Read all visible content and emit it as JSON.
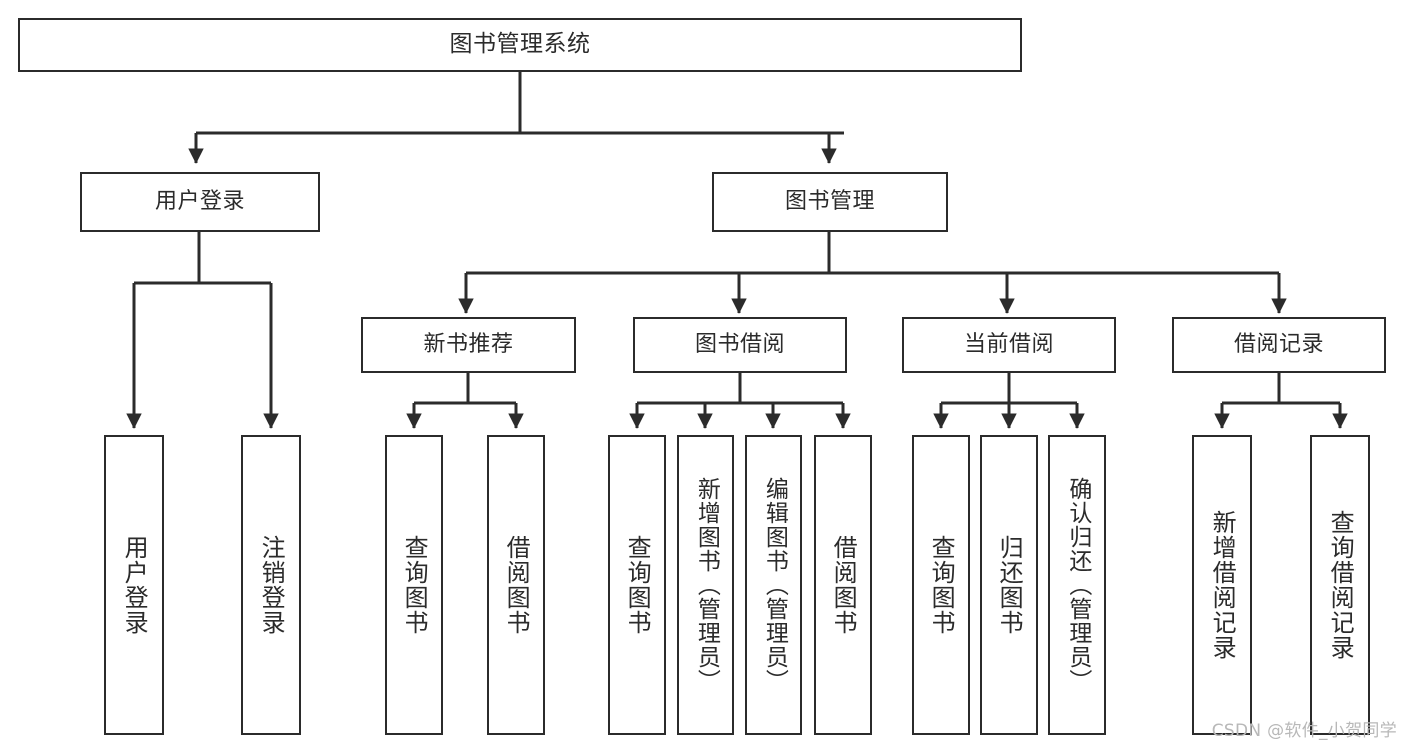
{
  "diagram": {
    "type": "tree-hierarchy-flowchart",
    "title": "图书管理系统",
    "watermark": "CSDN @软件_小贺同学",
    "colors": {
      "line": "#2b2b2b",
      "box_border": "#2b2b2b",
      "box_fill": "#ffffff",
      "text": "#2b2b2b",
      "background": "#ffffff",
      "watermark": "#b8b8b8"
    },
    "root": {
      "label": "图书管理系统"
    },
    "level2": [
      {
        "id": "user-login",
        "label": "用户登录"
      },
      {
        "id": "book-management",
        "label": "图书管理"
      }
    ],
    "level3": [
      {
        "id": "new-book-recommend",
        "label": "新书推荐",
        "parent": "book-management"
      },
      {
        "id": "book-borrow",
        "label": "图书借阅",
        "parent": "book-management"
      },
      {
        "id": "current-borrow",
        "label": "当前借阅",
        "parent": "book-management"
      },
      {
        "id": "borrow-record",
        "label": "借阅记录",
        "parent": "book-management"
      }
    ],
    "leaves": [
      {
        "id": "leaf-user-login",
        "label": "用户登录",
        "parent": "user-login"
      },
      {
        "id": "leaf-logout-login",
        "label": "注销登录",
        "parent": "user-login"
      },
      {
        "id": "leaf-query-book-1",
        "label": "查询图书",
        "parent": "new-book-recommend"
      },
      {
        "id": "leaf-borrow-book-1",
        "label": "借阅图书",
        "parent": "new-book-recommend"
      },
      {
        "id": "leaf-query-book-2",
        "label": "查询图书",
        "parent": "book-borrow"
      },
      {
        "id": "leaf-add-book",
        "label": "新增图书（管理员）",
        "parent": "book-borrow"
      },
      {
        "id": "leaf-edit-book",
        "label": "编辑图书（管理员）",
        "parent": "book-borrow"
      },
      {
        "id": "leaf-borrow-book-2",
        "label": "借阅图书",
        "parent": "book-borrow"
      },
      {
        "id": "leaf-query-book-3",
        "label": "查询图书",
        "parent": "current-borrow"
      },
      {
        "id": "leaf-return-book",
        "label": "归还图书",
        "parent": "current-borrow"
      },
      {
        "id": "leaf-confirm-return",
        "label": "确认归还（管理员）",
        "parent": "current-borrow"
      },
      {
        "id": "leaf-add-record",
        "label": "新增借阅记录",
        "parent": "borrow-record"
      },
      {
        "id": "leaf-query-record",
        "label": "查询借阅记录",
        "parent": "borrow-record"
      }
    ]
  }
}
